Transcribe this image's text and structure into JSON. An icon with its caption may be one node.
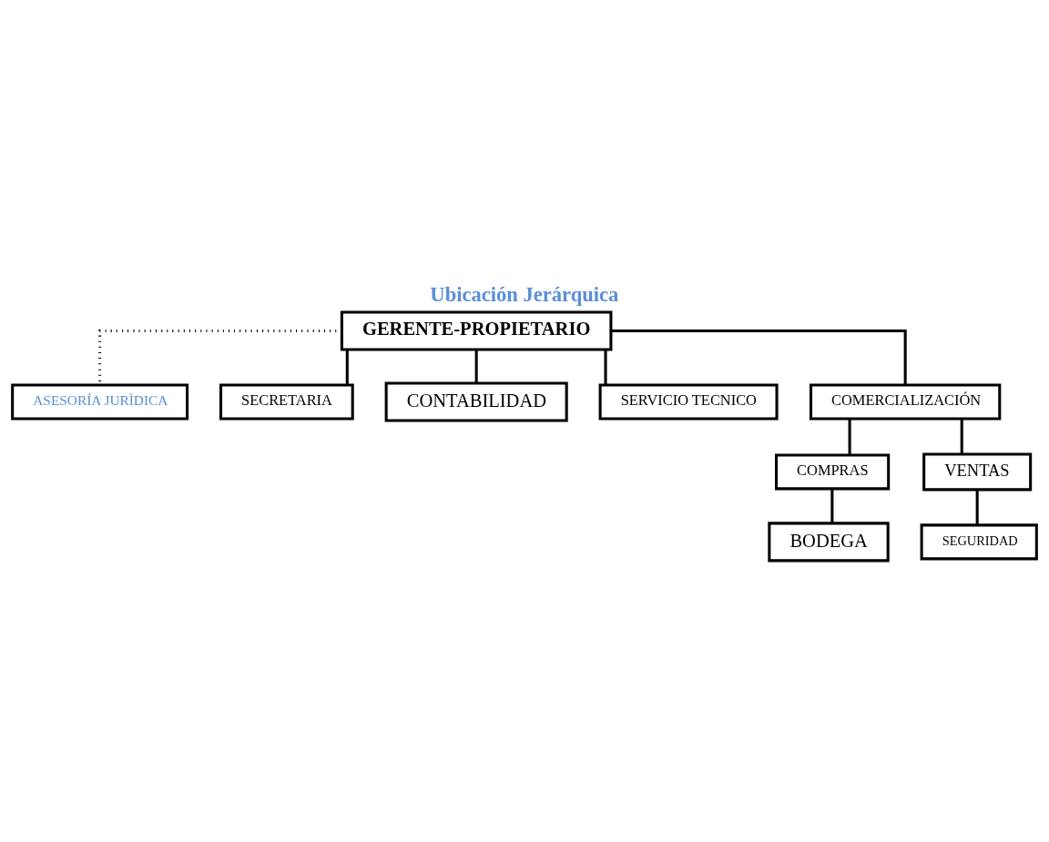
{
  "diagram": {
    "title": "Ubicación Jerárquica",
    "nodes": [
      {
        "text": [
          "GERENTE-PROPIETARIO"
        ]
      },
      {
        "text": [
          "ASESORÍA JURÌDICA"
        ]
      },
      {
        "text": [
          "SECRETARIA"
        ]
      },
      {
        "text": [
          "CONTABILIDAD"
        ]
      },
      {
        "text": [
          "SERVICIO TECNICO"
        ]
      },
      {
        "text": [
          "COMERCIALIZACIÓN"
        ]
      },
      {
        "text": [
          "COMPRAS"
        ]
      },
      {
        "text": [
          "VENTAS"
        ]
      },
      {
        "text": [
          "BODEGA"
        ]
      },
      {
        "text": [
          "SEGURIDAD"
        ]
      }
    ],
    "edges": [
      {
        "from": 0,
        "to": 1,
        "arrow": "none",
        "style": "dashed"
      },
      {
        "from": 0,
        "to": 2,
        "arrow": "none"
      },
      {
        "from": 0,
        "to": 3,
        "arrow": "none"
      },
      {
        "from": 0,
        "to": 4,
        "arrow": "none"
      },
      {
        "from": 0,
        "to": 5,
        "arrow": "none"
      },
      {
        "from": 5,
        "to": 6,
        "arrow": "none"
      },
      {
        "from": 5,
        "to": 7,
        "arrow": "none"
      },
      {
        "from": 6,
        "to": 8,
        "arrow": "none"
      },
      {
        "from": 7,
        "to": 9,
        "arrow": "none"
      }
    ]
  }
}
